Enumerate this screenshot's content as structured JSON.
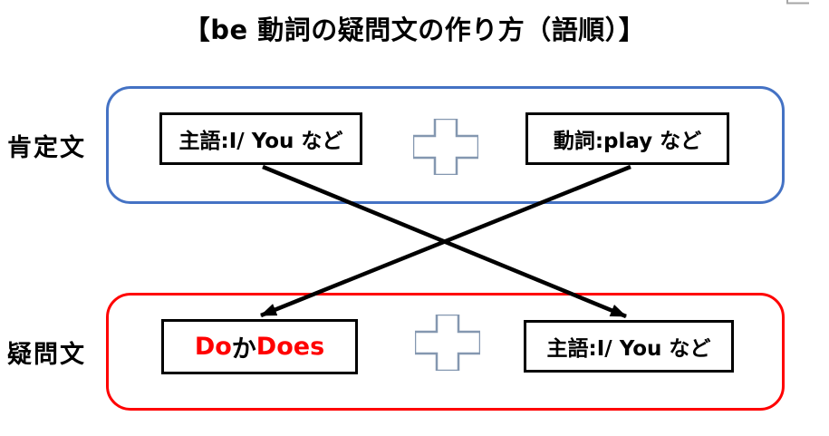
{
  "title": "【be 動詞の疑問文の作り方（語順）】",
  "colors": {
    "affirmative_group_border": "#4472C4",
    "question_group_border": "#FF0000",
    "emphasis_text": "#FF0000",
    "plus_outline": "#8497B0",
    "arrow": "#000000",
    "box_border": "#000000"
  },
  "rows": {
    "affirmative": {
      "label": "肯定文",
      "subject_box": "主語:I/ You など",
      "verb_box": "動詞:play など",
      "plus_icon": "plus-icon"
    },
    "question": {
      "label": "疑問文",
      "do_box": {
        "do": "Do",
        "ka": " か ",
        "does": "Does"
      },
      "subject_box": "主語:I/ You など",
      "plus_icon": "plus-icon"
    }
  }
}
